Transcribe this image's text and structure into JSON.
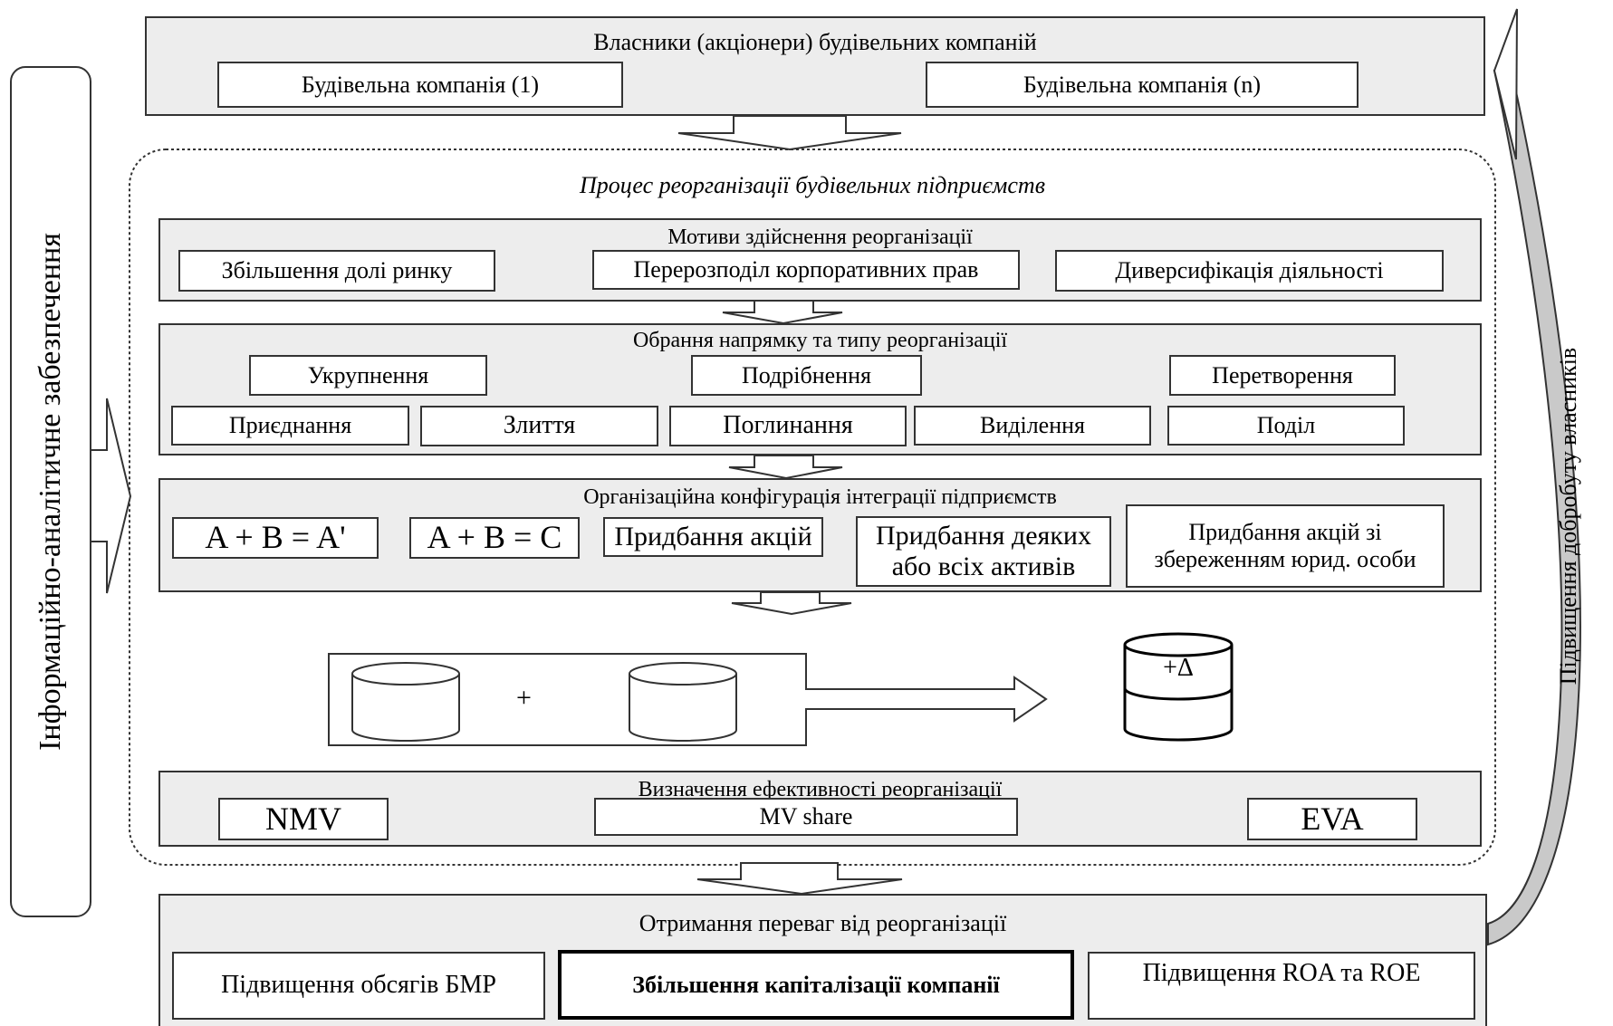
{
  "left_sidebar": {
    "label": "Інформаційно-аналітичне забезпечення"
  },
  "right_label": "Підвищення добробуту власників",
  "owners": {
    "title": "Власники (акціонери) будівельних компаній",
    "company_1": "Будівельна компанія (1)",
    "company_n": "Будівельна компанія (n)"
  },
  "process": {
    "title": "Процес реорганізації будівельних підприємств"
  },
  "motives": {
    "title": "Мотиви здійснення реорганізації",
    "items": [
      "Збільшення долі ринку",
      "Перерозподіл корпоративних прав",
      "Диверсифікація діяльності"
    ]
  },
  "direction": {
    "title": "Обрання напрямку та типу реорганізації",
    "groups": [
      "Укрупнення",
      "Подрібнення",
      "Перетворення"
    ],
    "types": [
      "Приєднання",
      "Злиття",
      "Поглинання",
      "Виділення",
      "Поділ"
    ]
  },
  "config": {
    "title": "Організаційна конфігурація інтеграції підприємств",
    "items": [
      "A + B = A'",
      "A + B = C",
      "Придбання акцій",
      "Придбання деяких або всіх активів",
      "Придбання акцій зі збереженням юрид. особи"
    ]
  },
  "creation": {
    "title": "Створення нової інтегрованої будівельної компанії",
    "plus": "+",
    "delta": "+Δ"
  },
  "efficiency": {
    "title": "Визначення ефективності реорганізації",
    "items": [
      "NMV",
      "MV share",
      "EVA"
    ]
  },
  "benefits": {
    "title": "Отримання переваг від реорганізації",
    "items": [
      "Підвищення обсягів БМР",
      "Збільшення капіталізації компанії",
      "Підвищення ROA та ROE"
    ]
  },
  "colors": {
    "panel": "#ededed",
    "border": "#333333",
    "background": "#ffffff"
  }
}
